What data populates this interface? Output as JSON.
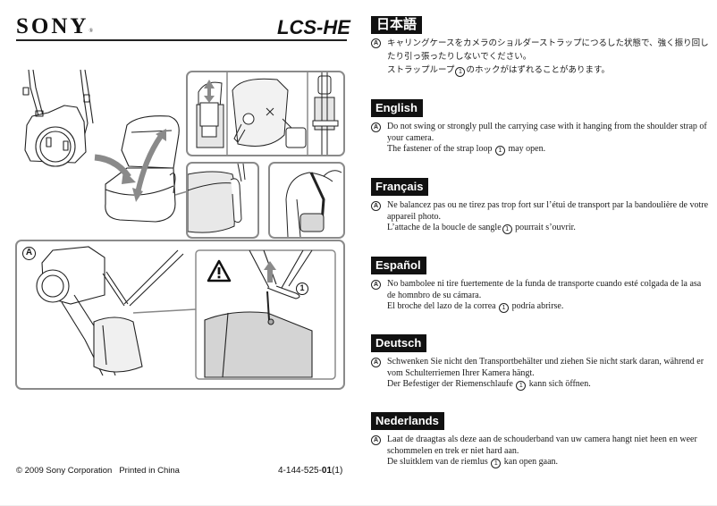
{
  "header": {
    "brand": "SONY",
    "brand_mark": "®",
    "model": "LCS-HE"
  },
  "illustrations": {
    "figure_label": "A",
    "callout_number": "1",
    "warning_icon": "warning-triangle-icon"
  },
  "sections": [
    {
      "lang": "日本語",
      "marker": "A",
      "text_1": "キャリングケースをカメラのショルダーストラップにつるした状態で、強く振り回したり引っ張ったりしないでください。",
      "text_2a": "ストラップループ",
      "num": "1",
      "text_2b": "のホックがはずれることがあります。"
    },
    {
      "lang": "English",
      "marker": "A",
      "text_1": "Do not swing or strongly pull the carrying case with it hanging from the shoulder strap of your camera.",
      "text_2a": "The fastener of the strap loop ",
      "num": "1",
      "text_2b": " may open."
    },
    {
      "lang": "Français",
      "marker": "A",
      "text_1": "Ne balancez pas ou ne tirez pas trop fort sur l’étui de transport par la bandoulière de votre appareil photo.",
      "text_2a": "L’attache de la boucle de sangle",
      "num": "1",
      "text_2b": " pourrait s’ouvrir."
    },
    {
      "lang": "Español",
      "marker": "A",
      "text_1": "No bambolee ni tire fuertemente de la funda de transporte cuando esté colgada de la asa de homnbro de su cámara.",
      "text_2a": "El broche del lazo de la correa ",
      "num": "1",
      "text_2b": " podría abrirse."
    },
    {
      "lang": "Deutsch",
      "marker": "A",
      "text_1": "Schwenken Sie nicht den Transportbehälter und ziehen Sie nicht stark daran, während er vom Schulterriemen Ihrer Kamera hängt.",
      "text_2a": "Der Befestiger der Riemenschlaufe ",
      "num": "1",
      "text_2b": " kann sich öffnen."
    },
    {
      "lang": "Nederlands",
      "marker": "A",
      "text_1": "Laat de draagtas als deze aan de schouderband van uw camera hangt niet heen en weer schommelen en trek er niet hard aan.",
      "text_2a": "De sluitklem van de riemlus ",
      "num": "1",
      "text_2b": " kan open gaan."
    }
  ],
  "footer": {
    "copyright": "© 2009 Sony Corporation",
    "printed": "Printed in China",
    "part_prefix": "4-144-525-",
    "part_bold": "01",
    "part_suffix": "(1)"
  }
}
